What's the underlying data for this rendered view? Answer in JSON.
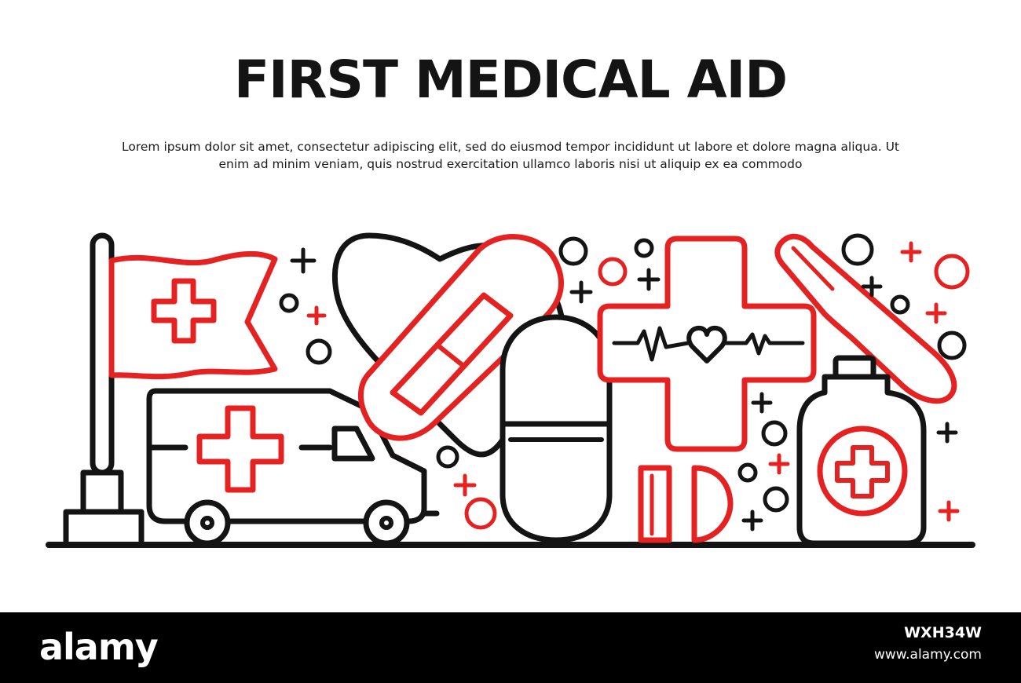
{
  "banner": {
    "title": "FIRST MEDICAL AID",
    "body_text": "Lorem ipsum dolor sit amet, consectetur adipiscing elit, sed do eiusmod tempor incididunt ut labore et dolore magna aliqua. Ut enim ad minim veniam, quis nostrud exercitation ullamco laboris nisi ut aliquip ex ea commodo",
    "illustration": {
      "icons": [
        "flag-icon",
        "ambulance-icon",
        "heart-icon",
        "bandage-icon",
        "pill-capsule-icon",
        "cardio-cross-icon",
        "scalpel-icon",
        "medicine-bottle-icon",
        "plus-icon",
        "circle-icon"
      ]
    }
  },
  "footer": {
    "brand": "alamy",
    "stock_id": "WXH34W",
    "url": "www.alamy.com"
  },
  "colors": {
    "accent": "#e52222",
    "line": "#141414",
    "background": "#ffffff",
    "footer_bg": "#000000"
  }
}
